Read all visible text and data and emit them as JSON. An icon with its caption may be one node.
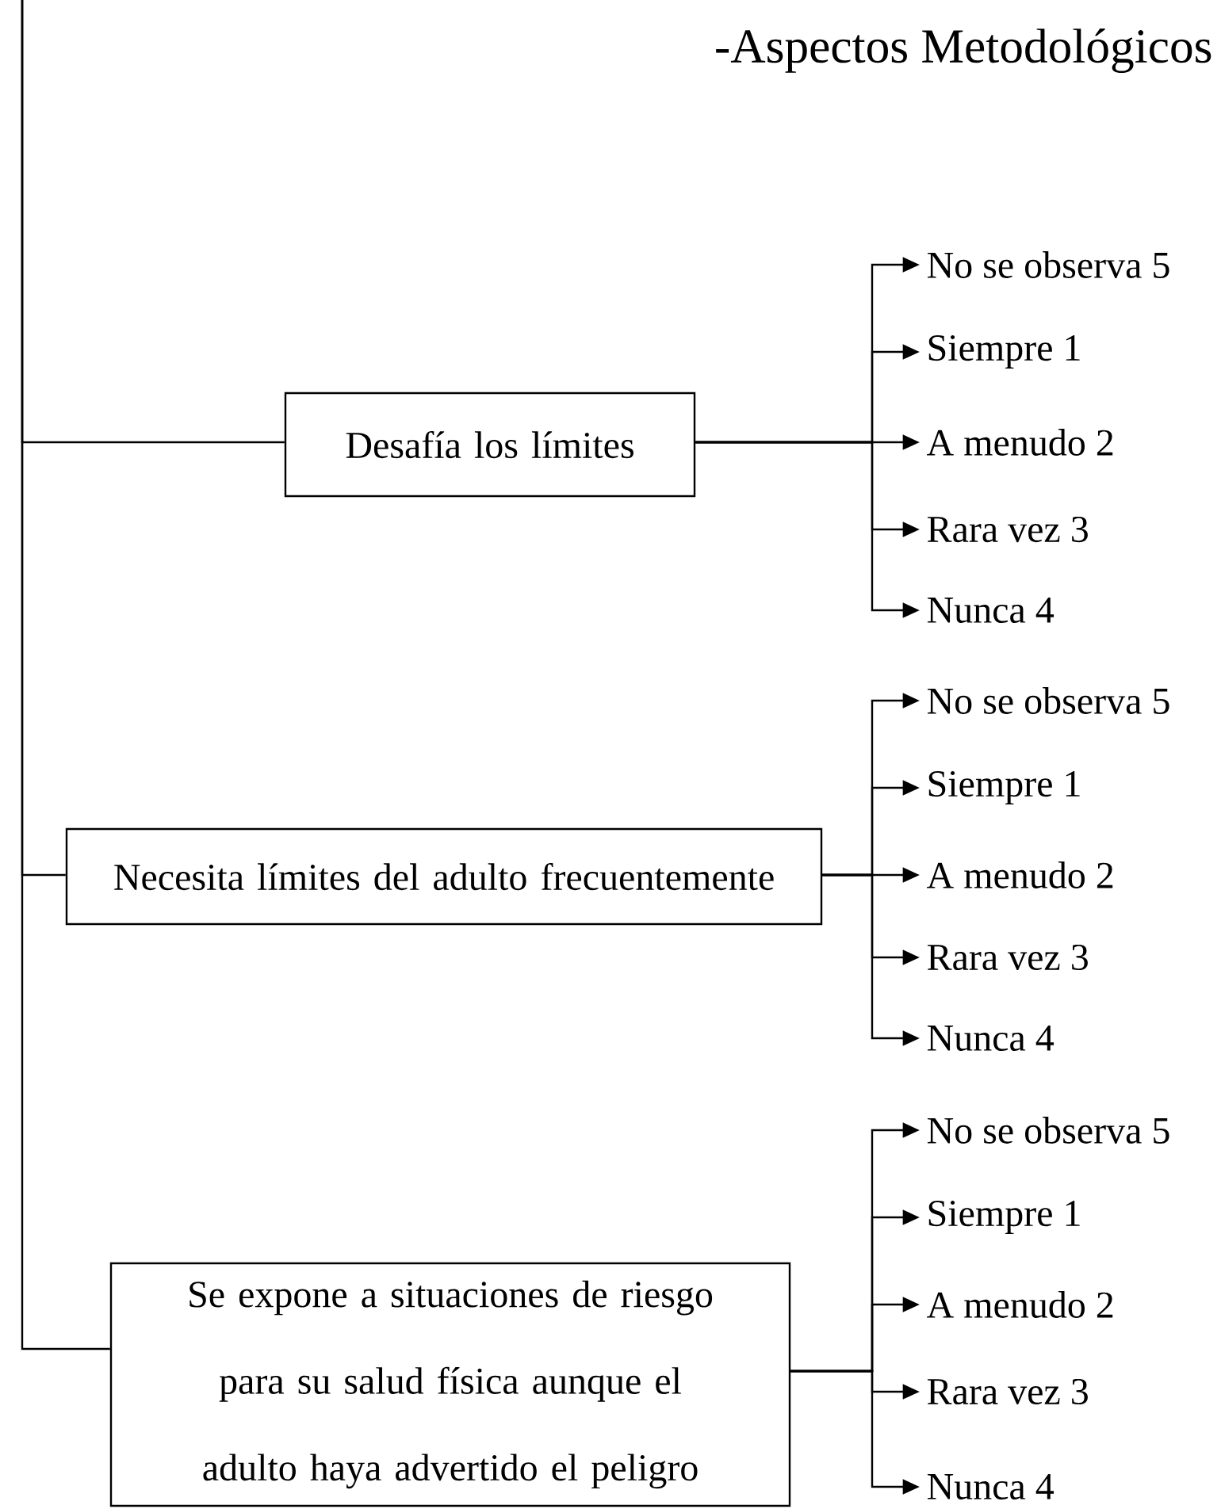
{
  "diagram": {
    "title": "-Aspectos Metodológicos",
    "nodes": [
      {
        "text": [
          "Desafía los límites"
        ]
      },
      {
        "text": [
          "No se observa 5"
        ]
      },
      {
        "text": [
          "Siempre  1"
        ]
      },
      {
        "text": [
          "A menudo  2"
        ]
      },
      {
        "text": [
          "Rara vez  3"
        ]
      },
      {
        "text": [
          "Nunca  4"
        ]
      },
      {
        "text": [
          "Necesita límites del adulto frecuentemente"
        ]
      },
      {
        "text": [
          "No se observa 5"
        ]
      },
      {
        "text": [
          "Siempre  1"
        ]
      },
      {
        "text": [
          "A menudo  2"
        ]
      },
      {
        "text": [
          "Rara vez  3"
        ]
      },
      {
        "text": [
          "Nunca  4"
        ]
      },
      {
        "text": [
          "Se expone a situaciones de riesgo para su salud física aunque el adulto haya advertido el peligro"
        ]
      },
      {
        "text": [
          "No se observa 5"
        ]
      },
      {
        "text": [
          "Siempre  1"
        ]
      },
      {
        "text": [
          "A menudo  2"
        ]
      },
      {
        "text": [
          "Rara vez  3"
        ]
      },
      {
        "text": [
          "Nunca  4"
        ]
      }
    ],
    "edges": [
      {
        "from": null,
        "to": 0,
        "arrow": "none"
      },
      {
        "from": null,
        "to": 6,
        "arrow": "none"
      },
      {
        "from": null,
        "to": 12,
        "arrow": "none"
      },
      {
        "from": 0,
        "to": 1,
        "arrow": "to"
      },
      {
        "from": 0,
        "to": 2,
        "arrow": "to"
      },
      {
        "from": 0,
        "to": 3,
        "arrow": "to"
      },
      {
        "from": 0,
        "to": 4,
        "arrow": "to"
      },
      {
        "from": 0,
        "to": 5,
        "arrow": "to"
      },
      {
        "from": 6,
        "to": 7,
        "arrow": "to"
      },
      {
        "from": 6,
        "to": 8,
        "arrow": "to"
      },
      {
        "from": 6,
        "to": 9,
        "arrow": "to"
      },
      {
        "from": 6,
        "to": 10,
        "arrow": "to"
      },
      {
        "from": 6,
        "to": 11,
        "arrow": "to"
      },
      {
        "from": 12,
        "to": 13,
        "arrow": "to"
      },
      {
        "from": 12,
        "to": 14,
        "arrow": "to"
      },
      {
        "from": 12,
        "to": 15,
        "arrow": "to"
      },
      {
        "from": 12,
        "to": 16,
        "arrow": "to"
      },
      {
        "from": 12,
        "to": 17,
        "arrow": "to"
      }
    ]
  }
}
